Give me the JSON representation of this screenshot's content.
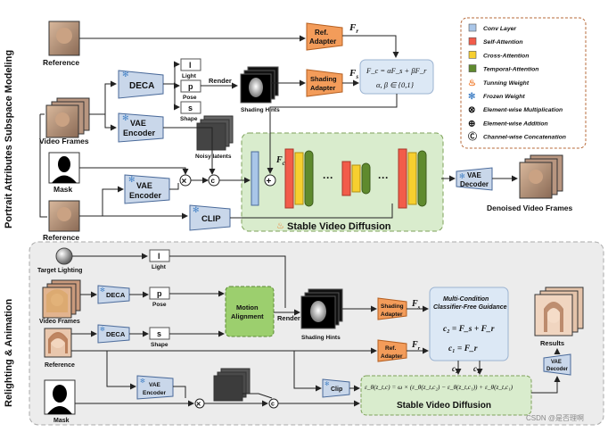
{
  "side_titles": {
    "top": "Portrait Attributes Subspace Modeling",
    "bottom": "Relighting & Animation"
  },
  "top": {
    "reference": "Reference",
    "video_frames": "Video Frames",
    "mask": "Mask",
    "reference2": "Reference",
    "deca": "DECA",
    "vae_encoder_1": "VAE Encoder",
    "vae_encoder_2": "VAE Encoder",
    "clip": "CLIP",
    "light_sym": "l",
    "light": "Light",
    "pose_sym": "p",
    "pose": "Pose",
    "shape_sym": "s",
    "shape": "Shape",
    "render": "Render",
    "shading_hints": "Shading Hints",
    "noisy_latents": "Noisy latents",
    "ref_adapter": "Ref. Adapter",
    "shading_adapter": "Shading Adapter",
    "F_r": "F",
    "F_r_sub": "r",
    "F_s": "F",
    "F_s_sub": "s",
    "F_c": "F",
    "F_c_sub": "c",
    "fusion_eq": "F_c = αF_s + βF_r",
    "fusion_cond": "α, β ∈ {0,1}",
    "svd": "Stable Video Diffusion",
    "vae_decoder": "VAE Decoder",
    "denoised": "Denoised Video Frames",
    "dots": "···"
  },
  "legend": {
    "items": [
      {
        "label": "Conv Layer",
        "color": "#a9c6e8"
      },
      {
        "label": "Self-Attention",
        "color": "#f25c4a"
      },
      {
        "label": "Cross-Attention",
        "color": "#f7cf2f"
      },
      {
        "label": "Temporal-Attention",
        "color": "#5f8a2e"
      },
      {
        "label": "Tunning Weight",
        "symbol": "fire"
      },
      {
        "label": "Frozen Weight",
        "symbol": "snow"
      },
      {
        "label": "Element-wise Multiplication",
        "symbol": "⊗"
      },
      {
        "label": "Element-wise Addition",
        "symbol": "⊕"
      },
      {
        "label": "Channel-wise Concatenation",
        "symbol": "Ⓒ"
      }
    ]
  },
  "bottom": {
    "target_lighting": "Target Lighting",
    "video_frames": "Video Frames",
    "reference": "Reference",
    "mask": "Mask",
    "deca_1": "DECA",
    "deca_2": "DECA",
    "light_sym": "l",
    "light": "Light",
    "pose_sym": "p",
    "pose": "Pose",
    "shape_sym": "s",
    "shape": "Shape",
    "motion_alignment": "Motion Alignment",
    "render": "Render",
    "shading_hints": "Shading Hints",
    "shading_adapter": "Shading Adapter",
    "ref_adapter": "Ref. Adapter",
    "F_s": "F",
    "F_s_sub": "s",
    "F_r": "F",
    "F_r_sub": "r",
    "guidance_title": "Multi-Condition Classifier-Free Guidance",
    "eq_c2": "c₂ = F_s + F_r",
    "eq_c1": "c₁ = F_r",
    "c2": "c₂",
    "c1": "c₁",
    "vae_encoder": "VAE Encoder",
    "clip": "Clip",
    "vae_decoder": "VAE Decoder",
    "results": "Results",
    "formula": "ε_θ(z_t,c) = ω × (ε_θ(z_t,c₂) − ε_θ(z_t,c₁)) + ε_θ(z_t,c₁)",
    "svd": "Stable Video Diffusion"
  },
  "watermark": "CSDN @是否理啊"
}
